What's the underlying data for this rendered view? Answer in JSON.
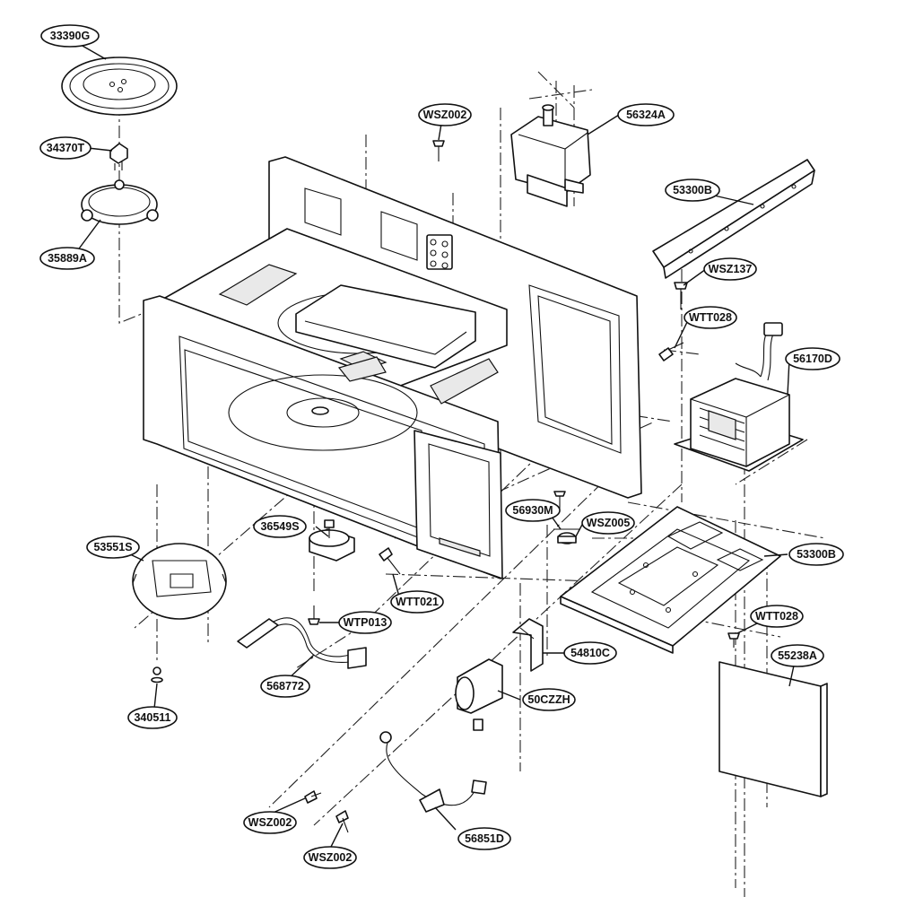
{
  "diagram": {
    "parts": [
      {
        "id": "p33390G",
        "label": "33390G"
      },
      {
        "id": "p34370T",
        "label": "34370T"
      },
      {
        "id": "p35889A",
        "label": "35889A"
      },
      {
        "id": "pWSZ002a",
        "label": "WSZ002"
      },
      {
        "id": "p56324A",
        "label": "56324A"
      },
      {
        "id": "p53300Ba",
        "label": "53300B"
      },
      {
        "id": "pWSZ137",
        "label": "WSZ137"
      },
      {
        "id": "pWTT028a",
        "label": "WTT028"
      },
      {
        "id": "p56170D",
        "label": "56170D"
      },
      {
        "id": "p56930M",
        "label": "56930M"
      },
      {
        "id": "pWSZ005",
        "label": "WSZ005"
      },
      {
        "id": "p36549S",
        "label": "36549S"
      },
      {
        "id": "p53551S",
        "label": "53551S"
      },
      {
        "id": "p53300Bb",
        "label": "53300B"
      },
      {
        "id": "pWTT021",
        "label": "WTT021"
      },
      {
        "id": "pWTP013",
        "label": "WTP013"
      },
      {
        "id": "pWTT028b",
        "label": "WTT028"
      },
      {
        "id": "p54810C",
        "label": "54810C"
      },
      {
        "id": "p55238A",
        "label": "55238A"
      },
      {
        "id": "p568772",
        "label": "568772"
      },
      {
        "id": "p50CZZH",
        "label": "50CZZH"
      },
      {
        "id": "p340511",
        "label": "340511"
      },
      {
        "id": "pWSZ002b",
        "label": "WSZ002"
      },
      {
        "id": "pWSZ002c",
        "label": "WSZ002"
      },
      {
        "id": "p56851D",
        "label": "56851D"
      }
    ]
  }
}
